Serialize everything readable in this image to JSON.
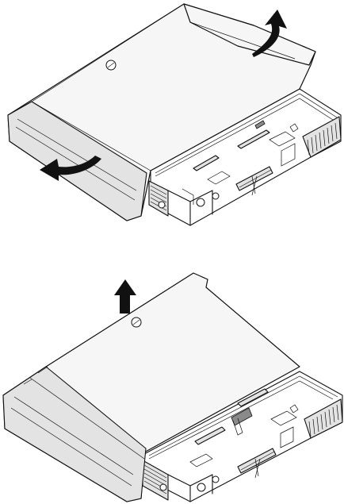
{
  "figure": {
    "panels": [
      {
        "id": "top",
        "action": "lift-rear-cover-edges",
        "arrows": [
          "curved-up-arrow",
          "curved-down-arrow"
        ]
      },
      {
        "id": "bottom",
        "action": "lift-cover-off",
        "arrows": [
          "straight-up-arrow"
        ]
      }
    ],
    "line_color": "#111111",
    "background": "#ffffff",
    "shade_color": "#e3e3e3"
  }
}
